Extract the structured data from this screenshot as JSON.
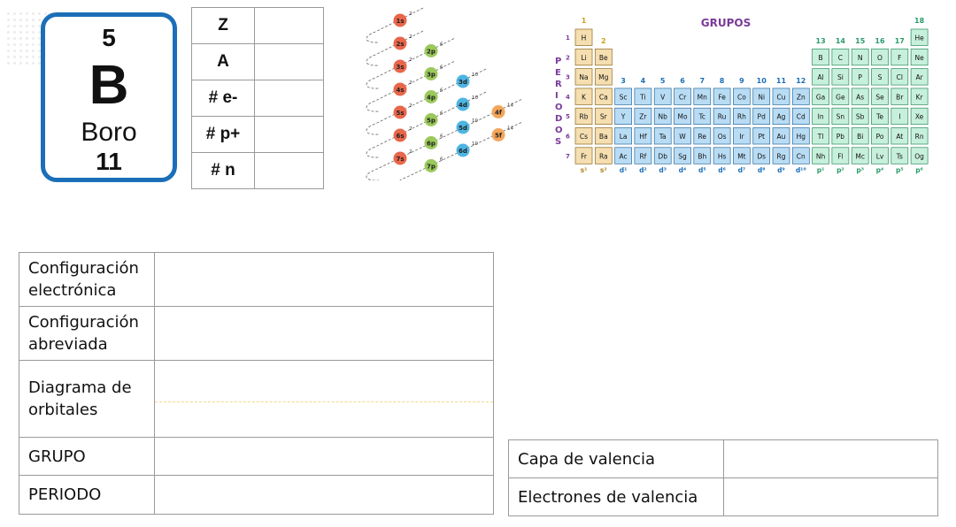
{
  "element": {
    "atomic_number": "5",
    "symbol": "B",
    "name": "Boro",
    "mass": "11"
  },
  "properties": [
    {
      "label": "Z",
      "value": ""
    },
    {
      "label": "A",
      "value": ""
    },
    {
      "label": "# e-",
      "value": ""
    },
    {
      "label": "# p+",
      "value": ""
    },
    {
      "label": "# n",
      "value": ""
    }
  ],
  "moeller": {
    "orbitals": [
      {
        "label": "1s",
        "color": "#e8664a",
        "max": "2"
      },
      {
        "label": "2s",
        "color": "#e8664a",
        "max": "2"
      },
      {
        "label": "2p",
        "color": "#9bc95b",
        "max": "6"
      },
      {
        "label": "3s",
        "color": "#e8664a",
        "max": "2"
      },
      {
        "label": "3p",
        "color": "#9bc95b",
        "max": "6"
      },
      {
        "label": "3d",
        "color": "#4eb5e2",
        "max": "10"
      },
      {
        "label": "4s",
        "color": "#e8664a",
        "max": "2"
      },
      {
        "label": "4p",
        "color": "#9bc95b",
        "max": "6"
      },
      {
        "label": "4d",
        "color": "#4eb5e2",
        "max": "10"
      },
      {
        "label": "4f",
        "color": "#f3a65b",
        "max": "14"
      },
      {
        "label": "5s",
        "color": "#e8664a",
        "max": "2"
      },
      {
        "label": "5p",
        "color": "#9bc95b",
        "max": "6"
      },
      {
        "label": "5d",
        "color": "#4eb5e2",
        "max": "10"
      },
      {
        "label": "5f",
        "color": "#f3a65b",
        "max": "14"
      },
      {
        "label": "6s",
        "color": "#e8664a",
        "max": "2"
      },
      {
        "label": "6p",
        "color": "#9bc95b",
        "max": "6"
      },
      {
        "label": "6d",
        "color": "#4eb5e2",
        "max": "10"
      },
      {
        "label": "7s",
        "color": "#e8664a",
        "max": "2"
      },
      {
        "label": "7p",
        "color": "#9bc95b",
        "max": "6"
      }
    ]
  },
  "periodic_table": {
    "title": "GRUPOS",
    "side_label": "PERIODOS",
    "group_numbers": [
      "1",
      "2",
      "3",
      "4",
      "5",
      "6",
      "7",
      "8",
      "9",
      "10",
      "11",
      "12",
      "13",
      "14",
      "15",
      "16",
      "17",
      "18"
    ],
    "period_numbers": [
      "1",
      "2",
      "3",
      "4",
      "5",
      "6",
      "7"
    ],
    "rows": [
      [
        "H",
        "",
        "",
        "",
        "",
        "",
        "",
        "",
        "",
        "",
        "",
        "",
        "",
        "",
        "",
        "",
        "",
        "He"
      ],
      [
        "Li",
        "Be",
        "",
        "",
        "",
        "",
        "",
        "",
        "",
        "",
        "",
        "",
        "B",
        "C",
        "N",
        "O",
        "F",
        "Ne"
      ],
      [
        "Na",
        "Mg",
        "",
        "",
        "",
        "",
        "",
        "",
        "",
        "",
        "",
        "",
        "Al",
        "Si",
        "P",
        "S",
        "Cl",
        "Ar"
      ],
      [
        "K",
        "Ca",
        "Sc",
        "Ti",
        "V",
        "Cr",
        "Mn",
        "Fe",
        "Co",
        "Ni",
        "Cu",
        "Zn",
        "Ga",
        "Ge",
        "As",
        "Se",
        "Br",
        "Kr"
      ],
      [
        "Rb",
        "Sr",
        "Y",
        "Zr",
        "Nb",
        "Mo",
        "Tc",
        "Ru",
        "Rh",
        "Pd",
        "Ag",
        "Cd",
        "In",
        "Sn",
        "Sb",
        "Te",
        "I",
        "Xe"
      ],
      [
        "Cs",
        "Ba",
        "La",
        "Hf",
        "Ta",
        "W",
        "Re",
        "Os",
        "Ir",
        "Pt",
        "Au",
        "Hg",
        "Tl",
        "Pb",
        "Bi",
        "Po",
        "At",
        "Rn"
      ],
      [
        "Fr",
        "Ra",
        "Ac",
        "Rf",
        "Db",
        "Sg",
        "Bh",
        "Hs",
        "Mt",
        "Ds",
        "Rg",
        "Cn",
        "Nh",
        "Fl",
        "Mc",
        "Lv",
        "Ts",
        "Og"
      ]
    ],
    "block_labels": [
      "s¹",
      "s²",
      "d¹",
      "d²",
      "d³",
      "d⁴",
      "d⁵",
      "d⁶",
      "d⁷",
      "d⁸",
      "d⁹",
      "d¹⁰",
      "p¹",
      "p²",
      "p³",
      "p⁴",
      "p⁵",
      "p⁶"
    ],
    "colors": {
      "s": "#f5deb0",
      "d": "#b9dcf5",
      "p": "#c7f0dc",
      "title": "#7a3a9a",
      "group_num": "#c8a020"
    }
  },
  "worksheet": [
    {
      "label": "Configuración electrónica",
      "value": ""
    },
    {
      "label": "Configuración abreviada",
      "value": ""
    },
    {
      "label": "Diagrama de orbitales",
      "value": ""
    },
    {
      "label": "GRUPO",
      "value": ""
    },
    {
      "label": "PERIODO",
      "value": ""
    }
  ],
  "valence": [
    {
      "label": "Capa de valencia",
      "value": ""
    },
    {
      "label": "Electrones de valencia",
      "value": ""
    }
  ]
}
